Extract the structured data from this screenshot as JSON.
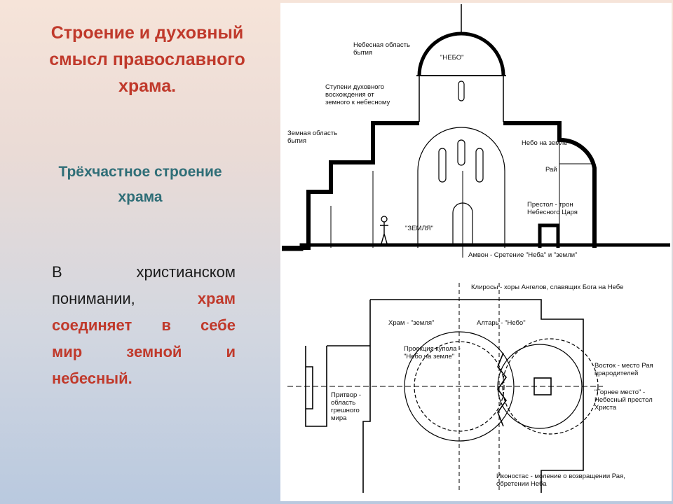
{
  "slide": {
    "title_line1": "Строение и духовный",
    "title_line2": "смысл православного",
    "title_line3": "храма.",
    "subtitle_line1": "Трёхчастное строение",
    "subtitle_line2": "храма",
    "body": {
      "line1a": "В",
      "line1b": "христианском",
      "line2a": "понимании,",
      "line2b": "храм",
      "line3": "соединяет в себе",
      "line4a": "мир",
      "line4b": "земной",
      "line4c": "и",
      "line5": "небесный."
    },
    "colors": {
      "title": "#c0392b",
      "subtitle": "#2f6e77",
      "highlight": "#c0392b"
    }
  },
  "figure": {
    "section_labels": {
      "heavenly_l1": "Небесная область",
      "heavenly_l2": "бытия",
      "sky": "\"НЕБО\"",
      "steps_l1": "Ступени духовного",
      "steps_l2": "восхождения от",
      "steps_l3": "земного к небесному",
      "earthly_l1": "Земная область",
      "earthly_l2": "бытия",
      "heaven_on_earth": "Небо на земле",
      "paradise": "Рай",
      "throne_l1": "Престол - трон",
      "throne_l2": "Небесного Царя",
      "earth": "\"ЗЕМЛЯ\"",
      "ambon": "Амвон - Сретение \"Неба\" и \"земли\""
    },
    "plan_labels": {
      "kliros": "Клиросы - хоры Ангелов, славящих Бога на Небе",
      "temple_earth": "Храм - \"земля\"",
      "altar_sky": "Алтарь - \"Небо\"",
      "dome_l1": "Проекция купола -",
      "dome_l2": "\"Небо на земле\"",
      "east_l1": "Восток - место Рая",
      "east_l2": "прародителей",
      "high_l1": "\"Горнее место\" -",
      "high_l2": "Небесный престол",
      "high_l3": "Христа",
      "narthex_l1": "Притвор -",
      "narthex_l2": "область",
      "narthex_l3": "грешного",
      "narthex_l4": "мира",
      "iconostasis_l1": "Иконостас - моление о возвращении Рая,",
      "iconostasis_l2": "обретении Неба"
    }
  }
}
